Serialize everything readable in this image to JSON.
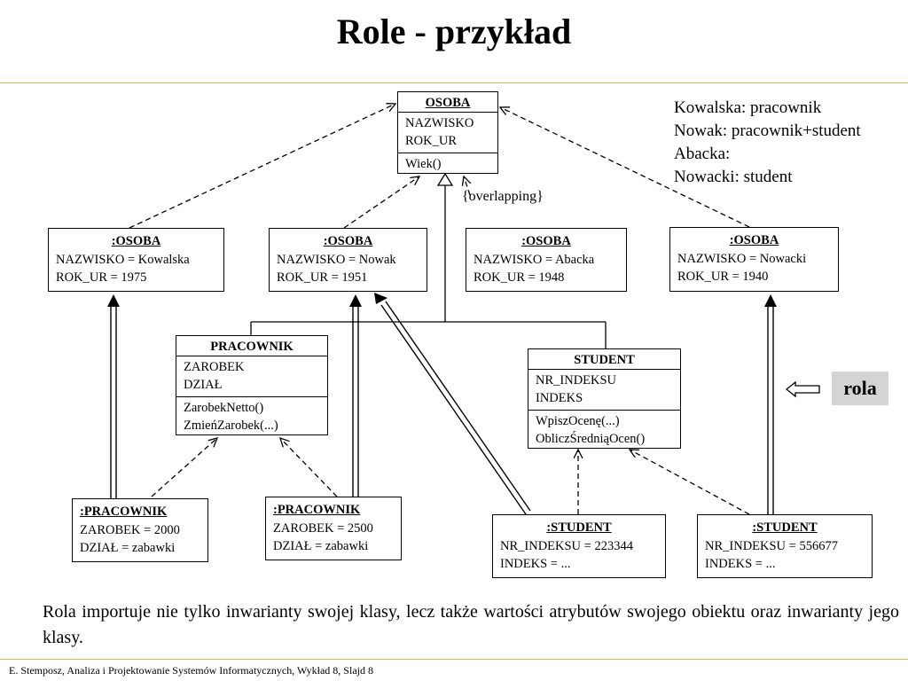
{
  "title": "Role - przykład",
  "classes": {
    "osoba": {
      "name": "OSOBA",
      "attributes": [
        "NAZWISKO",
        "ROK_UR"
      ],
      "operations": [
        "Wiek()"
      ]
    },
    "pracownik": {
      "name": "PRACOWNIK",
      "attributes": [
        "ZAROBEK",
        "DZIAŁ"
      ],
      "operations": [
        "ZarobekNetto()",
        "ZmieńZarobek(...)"
      ]
    },
    "student": {
      "name": "STUDENT",
      "attributes": [
        "NR_INDEKSU",
        "INDEKS"
      ],
      "operations": [
        "WpiszOcenę(...)",
        "ObliczŚredniąOcen()"
      ]
    }
  },
  "osoba_instances": [
    {
      "header": ":OSOBA",
      "lines": [
        "NAZWISKO = Kowalska",
        "ROK_UR = 1975"
      ]
    },
    {
      "header": ":OSOBA",
      "lines": [
        "NAZWISKO = Nowak",
        "ROK_UR = 1951"
      ]
    },
    {
      "header": ":OSOBA",
      "lines": [
        "NAZWISKO = Abacka",
        "ROK_UR = 1948"
      ]
    },
    {
      "header": ":OSOBA",
      "lines": [
        "NAZWISKO = Nowacki",
        "ROK_UR = 1940"
      ]
    }
  ],
  "role_instances": [
    {
      "header": ":PRACOWNIK",
      "lines": [
        "ZAROBEK = 2000",
        "DZIAŁ = zabawki"
      ]
    },
    {
      "header": ":PRACOWNIK",
      "lines": [
        "ZAROBEK = 2500",
        "DZIAŁ = zabawki"
      ]
    },
    {
      "header": ":STUDENT",
      "lines": [
        "NR_INDEKSU = 223344",
        "INDEKS = ..."
      ]
    },
    {
      "header": ":STUDENT",
      "lines": [
        "NR_INDEKSU = 556677",
        "INDEKS = ..."
      ]
    }
  ],
  "constraint": "{overlapping}",
  "legend_lines": [
    "Kowalska: pracownik",
    "Nowak: pracownik+student",
    "Abacka:",
    "Nowacki: student"
  ],
  "role_label": "rola",
  "paragraph": "Rola importuje nie tylko inwarianty swojej klasy, lecz  także wartości atrybutów swojego obiektu  oraz  inwarianty jego klasy.",
  "footer": "E. Stemposz, Analiza i Projektowanie Systemów Informatycznych, Wykład 8, Slajd 8",
  "colors": {
    "rule": "#e0b94a",
    "label_bg": "#d4d4d4",
    "line": "#000000"
  }
}
